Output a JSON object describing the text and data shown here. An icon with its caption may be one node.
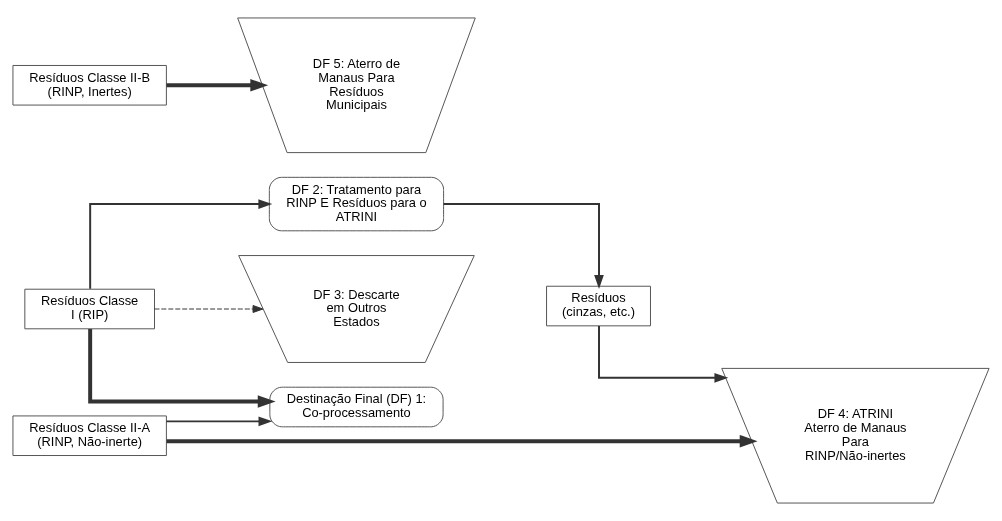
{
  "diagram": {
    "nodes": [
      {
        "text": [
          "Resíduos Classe I (RIP)"
        ]
      },
      {
        "text": [
          "Destinação Final (DF) 1: Co-processamento"
        ]
      },
      {
        "text": [
          "DF 2: Tratamento para RINP E Resíduos para o ATRINI"
        ]
      },
      {
        "text": [
          "DF 3: Descarte em Outros Estados"
        ]
      },
      {
        "text": [
          "Resíduos (cinzas, etc.)"
        ]
      },
      {
        "text": [
          "Resíduos Classe II-A (RINP, Não-inerte)"
        ]
      },
      {
        "text": [
          "DF 4: ATRINI",
          "Aterro de Manaus Para RINP/Não-inertes"
        ]
      },
      {
        "text": [
          "Resíduos Classe II-B (RINP, Inertes)"
        ]
      },
      {
        "text": [
          "DF 5: Aterro de Manaus Para Resíduos Municipais"
        ]
      }
    ],
    "edges": [
      {
        "from": 0,
        "to": 1,
        "arrow": "to",
        "style": "thick"
      },
      {
        "from": 0,
        "to": 2,
        "arrow": "to"
      },
      {
        "from": 0,
        "to": 3,
        "arrow": "to",
        "style": "dashed"
      },
      {
        "from": 5,
        "to": 1,
        "arrow": "to"
      },
      {
        "from": 5,
        "to": 6,
        "arrow": "to",
        "style": "thick"
      },
      {
        "from": 2,
        "to": 4,
        "arrow": "to"
      },
      {
        "from": 4,
        "to": 6,
        "arrow": "to"
      },
      {
        "from": 7,
        "to": 8,
        "arrow": "to",
        "style": "thick"
      }
    ]
  }
}
